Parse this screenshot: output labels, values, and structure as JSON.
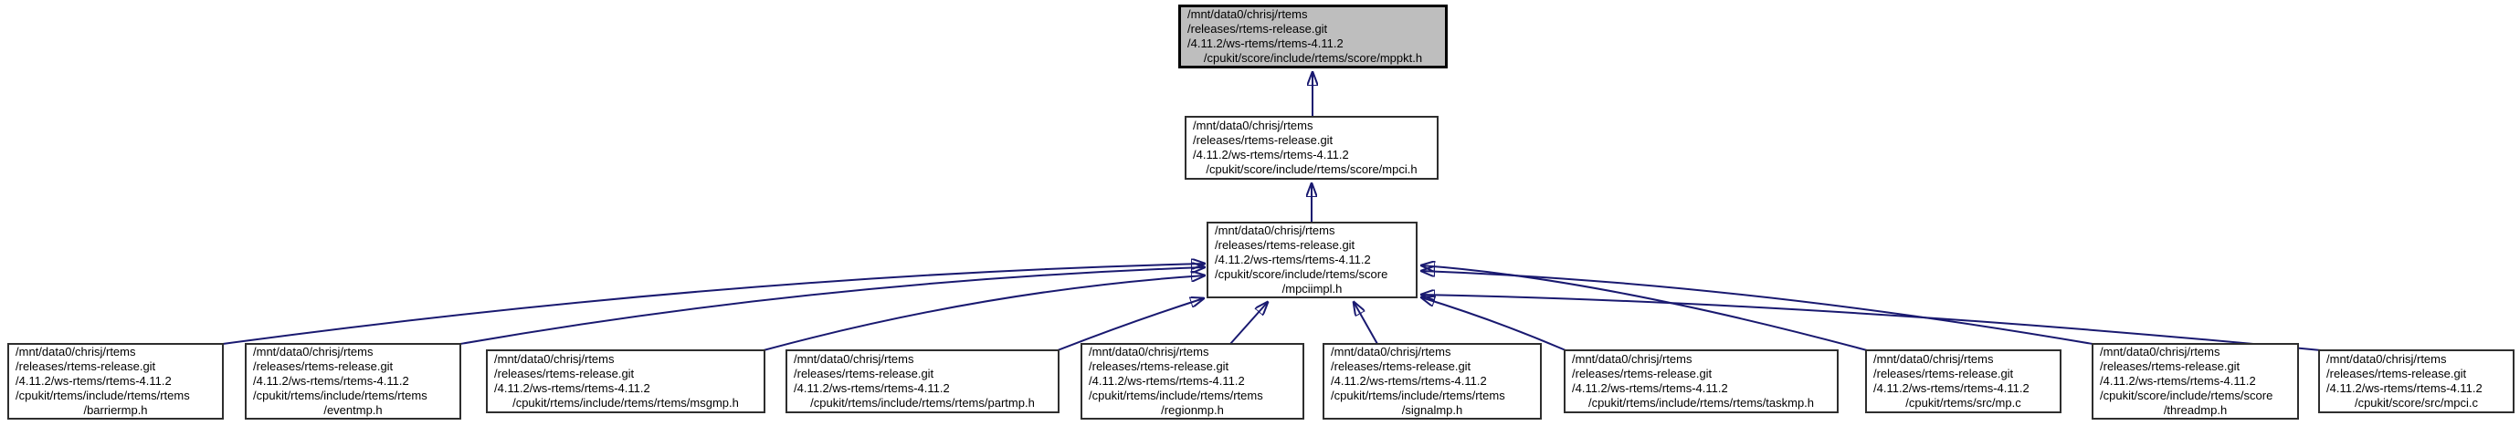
{
  "graph": {
    "type": "include-dependency-graph",
    "colors": {
      "edge": "#191970",
      "node_border": "#2e2e2e",
      "root_fill": "#bebebe",
      "node_fill": "#ffffff"
    },
    "nodes": [
      {
        "id": "mppkt",
        "role": "root-highlighted",
        "lines": [
          "/mnt/data0/chrisj/rtems",
          "/releases/rtems-release.git",
          "/4.11.2/ws-rtems/rtems-4.11.2",
          "/cpukit/score/include/rtems/score/mppkt.h"
        ]
      },
      {
        "id": "mpci",
        "role": "includer",
        "lines": [
          "/mnt/data0/chrisj/rtems",
          "/releases/rtems-release.git",
          "/4.11.2/ws-rtems/rtems-4.11.2",
          "/cpukit/score/include/rtems/score/mpci.h"
        ]
      },
      {
        "id": "mpciimpl",
        "role": "includer",
        "lines": [
          "/mnt/data0/chrisj/rtems",
          "/releases/rtems-release.git",
          "/4.11.2/ws-rtems/rtems-4.11.2",
          "/cpukit/score/include/rtems/score",
          "/mpciimpl.h"
        ]
      },
      {
        "id": "barriermp",
        "role": "includer",
        "lines": [
          "/mnt/data0/chrisj/rtems",
          "/releases/rtems-release.git",
          "/4.11.2/ws-rtems/rtems-4.11.2",
          "/cpukit/rtems/include/rtems/rtems",
          "/barriermp.h"
        ]
      },
      {
        "id": "eventmp",
        "role": "includer",
        "lines": [
          "/mnt/data0/chrisj/rtems",
          "/releases/rtems-release.git",
          "/4.11.2/ws-rtems/rtems-4.11.2",
          "/cpukit/rtems/include/rtems/rtems",
          "/eventmp.h"
        ]
      },
      {
        "id": "msgmp",
        "role": "includer",
        "lines": [
          "/mnt/data0/chrisj/rtems",
          "/releases/rtems-release.git",
          "/4.11.2/ws-rtems/rtems-4.11.2",
          "/cpukit/rtems/include/rtems/rtems/msgmp.h"
        ]
      },
      {
        "id": "partmp",
        "role": "includer",
        "lines": [
          "/mnt/data0/chrisj/rtems",
          "/releases/rtems-release.git",
          "/4.11.2/ws-rtems/rtems-4.11.2",
          "/cpukit/rtems/include/rtems/rtems/partmp.h"
        ]
      },
      {
        "id": "regionmp",
        "role": "includer",
        "lines": [
          "/mnt/data0/chrisj/rtems",
          "/releases/rtems-release.git",
          "/4.11.2/ws-rtems/rtems-4.11.2",
          "/cpukit/rtems/include/rtems/rtems",
          "/regionmp.h"
        ]
      },
      {
        "id": "signalmp",
        "role": "includer",
        "lines": [
          "/mnt/data0/chrisj/rtems",
          "/releases/rtems-release.git",
          "/4.11.2/ws-rtems/rtems-4.11.2",
          "/cpukit/rtems/include/rtems/rtems",
          "/signalmp.h"
        ]
      },
      {
        "id": "taskmp",
        "role": "includer",
        "lines": [
          "/mnt/data0/chrisj/rtems",
          "/releases/rtems-release.git",
          "/4.11.2/ws-rtems/rtems-4.11.2",
          "/cpukit/rtems/include/rtems/rtems/taskmp.h"
        ]
      },
      {
        "id": "mp_c",
        "role": "includer",
        "lines": [
          "/mnt/data0/chrisj/rtems",
          "/releases/rtems-release.git",
          "/4.11.2/ws-rtems/rtems-4.11.2",
          "/cpukit/rtems/src/mp.c"
        ]
      },
      {
        "id": "threadmp",
        "role": "includer",
        "lines": [
          "/mnt/data0/chrisj/rtems",
          "/releases/rtems-release.git",
          "/4.11.2/ws-rtems/rtems-4.11.2",
          "/cpukit/score/include/rtems/score",
          "/threadmp.h"
        ]
      },
      {
        "id": "mpci_c",
        "role": "includer",
        "lines": [
          "/mnt/data0/chrisj/rtems",
          "/releases/rtems-release.git",
          "/4.11.2/ws-rtems/rtems-4.11.2",
          "/cpukit/score/src/mpci.c"
        ]
      }
    ],
    "edges": [
      {
        "from": "mpci",
        "to": "mppkt"
      },
      {
        "from": "mpciimpl",
        "to": "mpci"
      },
      {
        "from": "barriermp",
        "to": "mpciimpl"
      },
      {
        "from": "eventmp",
        "to": "mpciimpl"
      },
      {
        "from": "msgmp",
        "to": "mpciimpl"
      },
      {
        "from": "partmp",
        "to": "mpciimpl"
      },
      {
        "from": "regionmp",
        "to": "mpciimpl"
      },
      {
        "from": "signalmp",
        "to": "mpciimpl"
      },
      {
        "from": "taskmp",
        "to": "mpciimpl"
      },
      {
        "from": "mp_c",
        "to": "mpciimpl"
      },
      {
        "from": "threadmp",
        "to": "mpciimpl"
      },
      {
        "from": "mpci_c",
        "to": "mpciimpl"
      }
    ]
  }
}
